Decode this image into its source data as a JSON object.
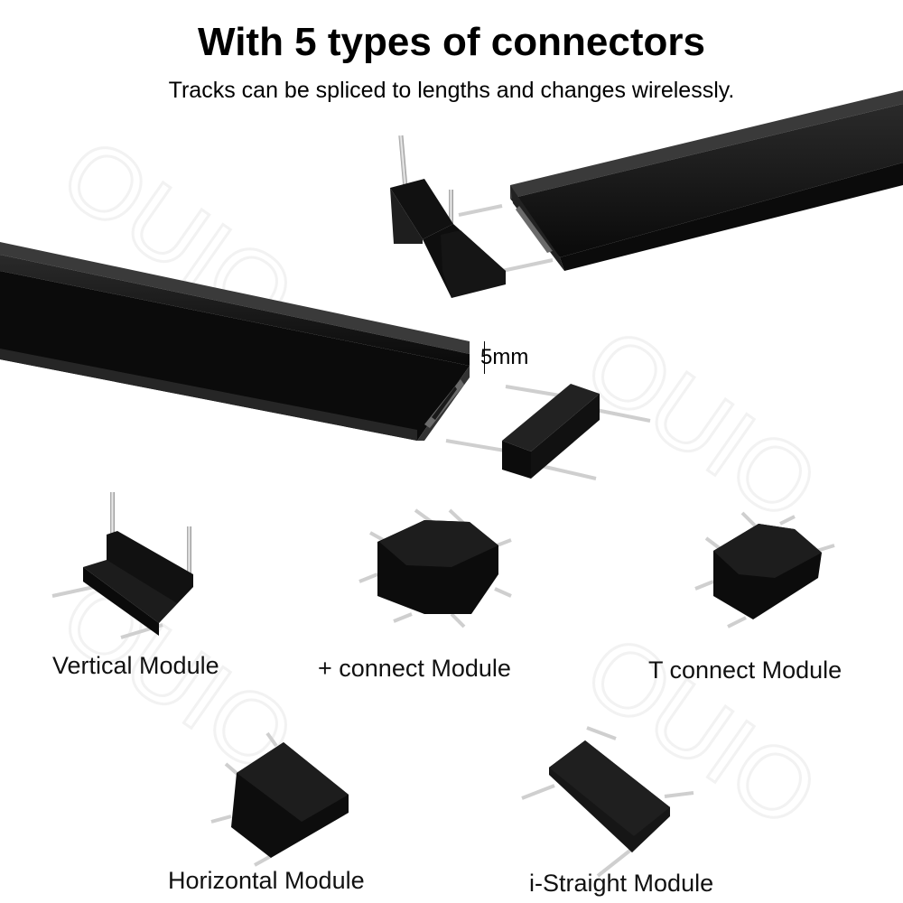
{
  "header": {
    "title": "With 5 types of connectors",
    "subtitle": "Tracks can be spliced to lengths and changes wirelessly."
  },
  "dimension": {
    "label": "5mm"
  },
  "modules": [
    {
      "label": "Vertical Module"
    },
    {
      "label": "+ connect Module"
    },
    {
      "label": "T connect Module"
    },
    {
      "label": "Horizontal Module"
    },
    {
      "label": "i-Straight Module"
    }
  ],
  "colors": {
    "track": "#151515",
    "connector": "#0d0d0d",
    "pin": "#cfcfcf",
    "text": "#000000"
  }
}
